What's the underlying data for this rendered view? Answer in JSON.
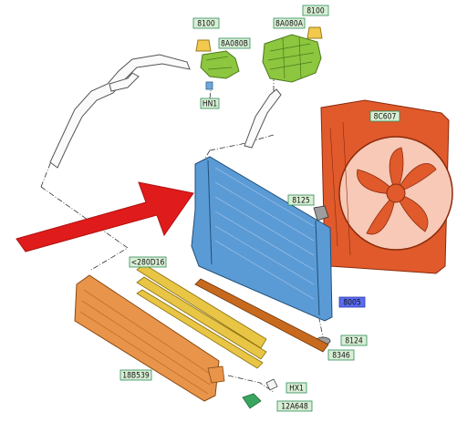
{
  "diagram": {
    "labels": {
      "cap_left": "8100",
      "tank_small": "8A080B",
      "hose_clip": "HN1",
      "tank_large": "8A080A",
      "cap_right": "8100",
      "fan_shroud": "8C607",
      "bracket_upper": "8125",
      "radiator": "8005",
      "bracket_lower": "8124",
      "seal": "8346",
      "air_guide": "<280D16",
      "intercooler": "18B539",
      "clip": "HX1",
      "drain": "12A648"
    },
    "colors": {
      "radiator": "#5b9bd5",
      "fan_shroud": "#e05a2b",
      "intercooler": "#e8944a",
      "air_guide": "#e8c544",
      "seal": "#c86a1e",
      "tank": "#8dc63f",
      "label_box": "#d9efd5",
      "label_border": "#2e8b57",
      "label_highlight": "#5a6cf0",
      "arrow": "#e01b1b"
    },
    "icons": [
      "red-arrow-icon"
    ]
  }
}
